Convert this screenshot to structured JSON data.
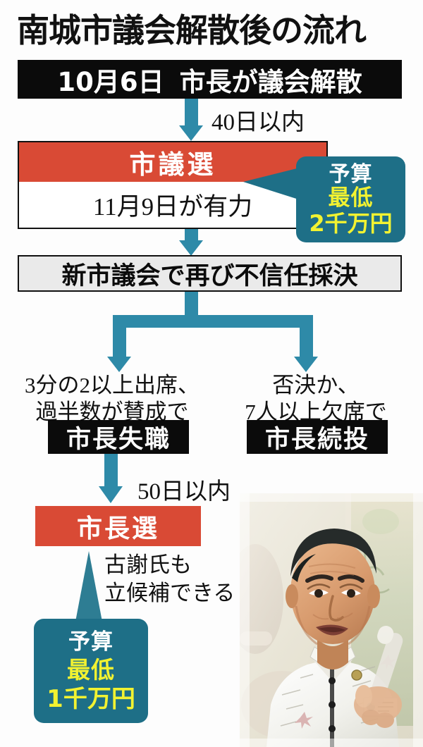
{
  "title": "南城市議会解散後の流れ",
  "step1": {
    "date": "10月6日",
    "event": "市長が議会解散"
  },
  "arrow1_label": "40日以内",
  "shigisen": {
    "heading": "市議選",
    "date_note": "11月9日が有力"
  },
  "budget_top": {
    "line1": "予算",
    "line2": "最低",
    "line3": "2千万円"
  },
  "decision": "新市議会で再び不信任採決",
  "branch_left": {
    "condition_line1": "3分の2以上出席、",
    "condition_line2": "過半数が賛成で",
    "outcome": "市長失職"
  },
  "branch_right": {
    "condition_line1": "否決か、",
    "condition_line2": "7人以上欠席で",
    "outcome": "市長続投"
  },
  "arrow2_label": "50日以内",
  "shichosen": {
    "heading": "市長選"
  },
  "kosha_note": {
    "line1": "古謝氏も",
    "line2": "立候補できる"
  },
  "budget_bottom": {
    "line1": "予算",
    "line2": "最低",
    "line3": "1千万円"
  },
  "colors": {
    "red": "#D94A35",
    "teal_arrow": "#2E8AA8",
    "teal_bubble": "#1E6F87",
    "yellow": "#F2F231",
    "black": "#0b0b0b",
    "gray_box": "#EAEAEA"
  },
  "photo": {
    "subject": "portrait-of-mayor"
  }
}
